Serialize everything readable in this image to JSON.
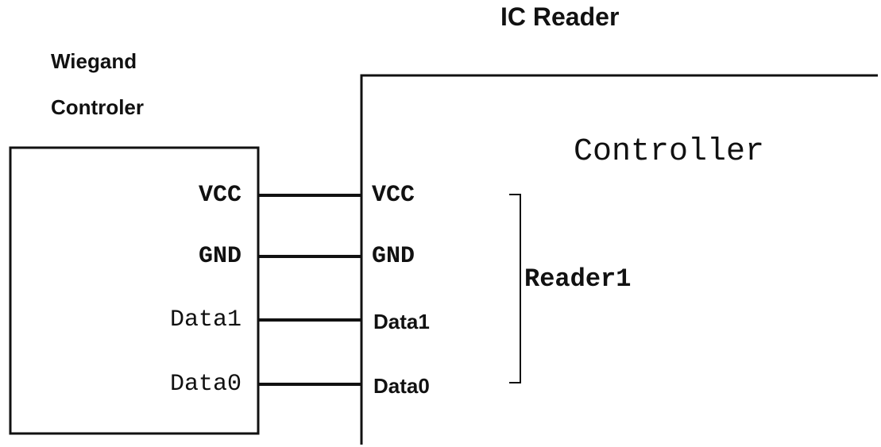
{
  "diagram": {
    "title": "IC Reader",
    "left_block": {
      "line1": "Wiegand",
      "line2": "Controler"
    },
    "right_block": {
      "heading": "Controller",
      "group_label": "Reader1"
    },
    "left_pins": [
      "VCC",
      "GND",
      "Data1",
      "Data0"
    ],
    "right_pins": [
      "VCC",
      "GND",
      "Data1",
      "Data0"
    ]
  }
}
